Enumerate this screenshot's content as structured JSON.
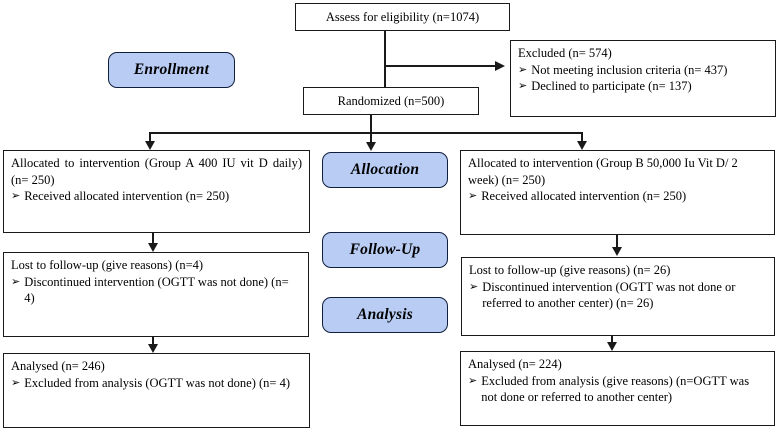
{
  "bullet_char": "➢",
  "colors": {
    "stage_label_fill": "#b9ccf4",
    "stage_label_border": "#101f3d",
    "box_border": "#1a1a1a",
    "connector": "#1a1a1a",
    "background": "#ffffff"
  },
  "stage_labels": {
    "enrollment": "Enrollment",
    "allocation": "Allocation",
    "follow_up": "Follow-Up",
    "analysis": "Analysis"
  },
  "boxes": {
    "assess": {
      "title": "Assess for eligibility (n=1074)"
    },
    "excluded": {
      "title": "Excluded (n= 574)",
      "items": [
        "Not meeting inclusion criteria (n= 437)",
        "Declined to participate (n= 137)"
      ]
    },
    "randomized": {
      "title": "Randomized (n=500)"
    },
    "alloc_a": {
      "title": "Allocated to intervention (Group A 400 IU vit D daily) (n= 250)",
      "items": [
        "Received allocated intervention (n= 250)"
      ]
    },
    "alloc_b": {
      "title": "Allocated to intervention (Group B 50,000 Iu Vit D/ 2 week) (n= 250)",
      "items": [
        "Received allocated intervention (n= 250)"
      ]
    },
    "follow_a": {
      "title": "Lost to follow-up (give reasons) (n=4)",
      "items": [
        "Discontinued intervention (OGTT was not done) (n= 4)"
      ]
    },
    "follow_b": {
      "title": "Lost to follow-up (give reasons) (n= 26)",
      "items": [
        "Discontinued intervention (OGTT was not done or referred to another center) (n= 26)"
      ]
    },
    "analysed_a": {
      "title": "Analysed (n= 246)",
      "items": [
        "Excluded from analysis (OGTT was not done) (n= 4)"
      ]
    },
    "analysed_b": {
      "title": "Analysed (n= 224)",
      "items": [
        "Excluded from analysis (give reasons) (n=OGTT was not done or referred to another center)"
      ]
    }
  }
}
